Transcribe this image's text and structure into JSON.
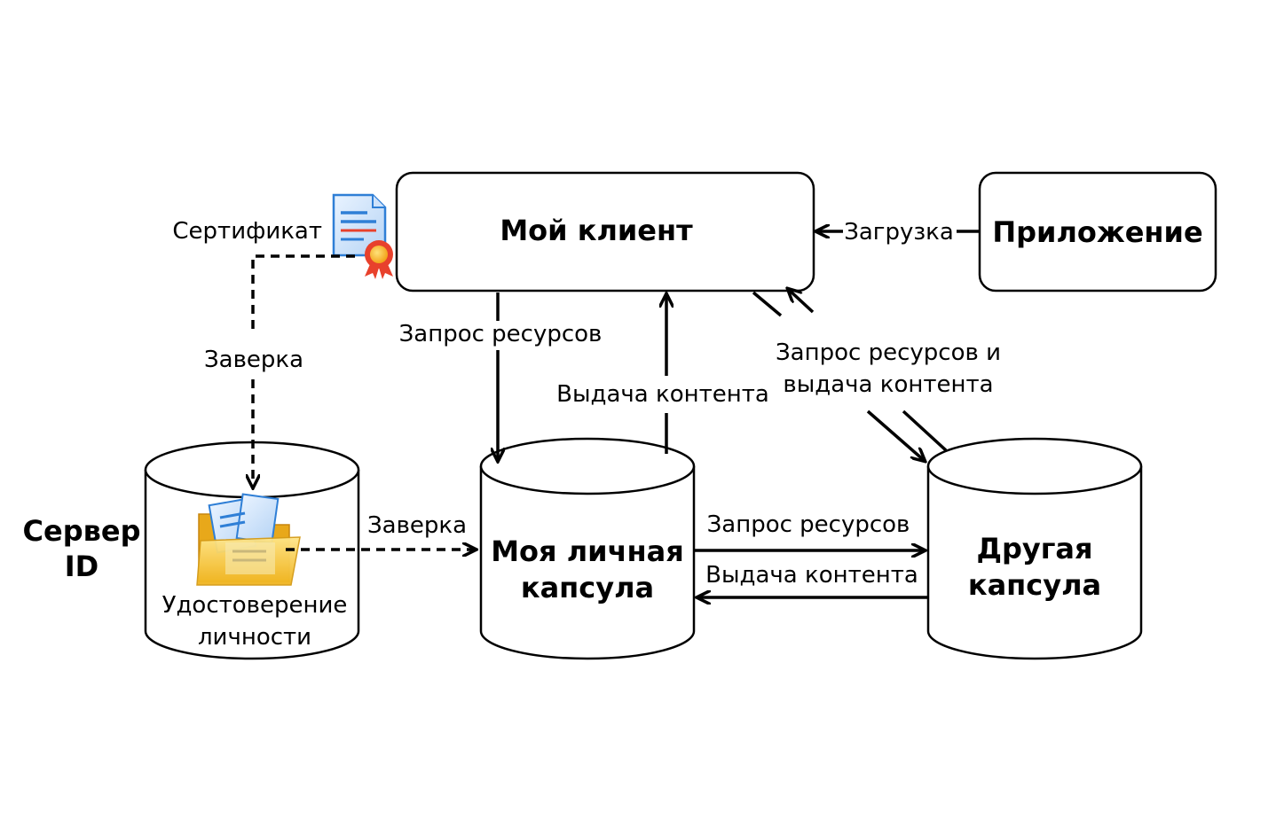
{
  "nodes": {
    "my_client": "Мой клиент",
    "application": "Приложение",
    "id_server_line1": "Сервер",
    "id_server_line2": "ID",
    "identity_line1": "Удостоверение",
    "identity_line2": "личности",
    "my_capsule_line1": "Моя личная",
    "my_capsule_line2": "капсула",
    "other_capsule_line1": "Другая",
    "other_capsule_line2": "капсула"
  },
  "edges": {
    "certificate": "Сертификат",
    "verify_top": "Заверка",
    "verify_left": "Заверка",
    "download": "Загрузка",
    "resource_request_left": "Запрос ресурсов",
    "content_delivery_left": "Выдача контента",
    "req_and_delivery_line1": "Запрос ресурсов и",
    "req_and_delivery_line2": "выдача контента",
    "resource_request_bottom": "Запрос ресурсов",
    "content_delivery_bottom": "Выдача контента"
  },
  "icons": {
    "certificate": "certificate-document-icon",
    "identity": "identity-folder-icon"
  },
  "colors": {
    "stroke": "#000000",
    "background": "#ffffff",
    "folder": "#f5c232",
    "document_blue": "#2f7fd6",
    "seal": "#e8412c"
  }
}
